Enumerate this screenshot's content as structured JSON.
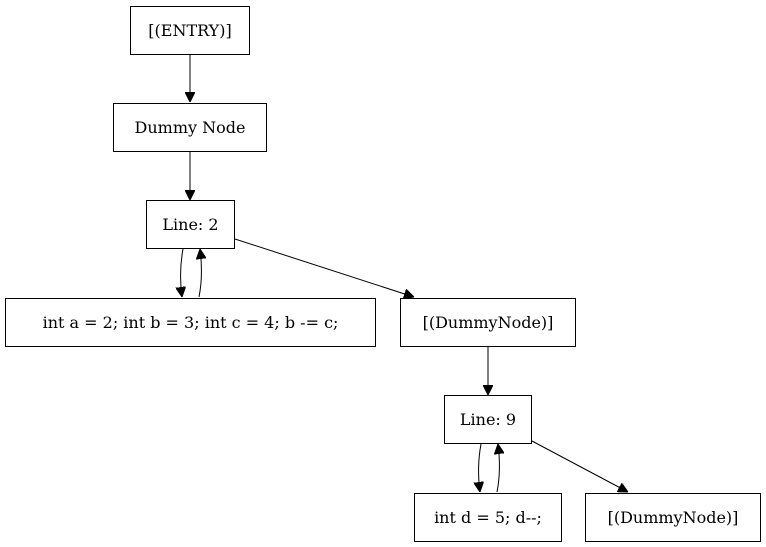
{
  "diagram": {
    "nodes": {
      "entry": "[(ENTRY)]",
      "dummy_node": "Dummy Node",
      "line_2": "Line: 2",
      "block_1": "int a = 2; int b = 3; int c = 4; b -= c;",
      "dummynode_1": "[(DummyNode)]",
      "line_9": "Line: 9",
      "block_2": "int d = 5; d--;",
      "dummynode_2": "[(DummyNode)]"
    },
    "edges": [
      {
        "from": "[(ENTRY)]",
        "to": "Dummy Node"
      },
      {
        "from": "Dummy Node",
        "to": "Line: 2"
      },
      {
        "from": "Line: 2",
        "to": "int a = 2; int b = 3; int c = 4; b -= c;"
      },
      {
        "from": "int a = 2; int b = 3; int c = 4; b -= c;",
        "to": "Line: 2"
      },
      {
        "from": "Line: 2",
        "to": "[(DummyNode)]"
      },
      {
        "from": "[(DummyNode)]",
        "to": "Line: 9"
      },
      {
        "from": "Line: 9",
        "to": "int d = 5; d--;"
      },
      {
        "from": "int d = 5; d--;",
        "to": "Line: 9"
      },
      {
        "from": "Line: 9",
        "to": "[(DummyNode)]"
      }
    ],
    "colors": {
      "stroke": "#000000",
      "fill": "#ffffff",
      "text": "#000000"
    }
  }
}
